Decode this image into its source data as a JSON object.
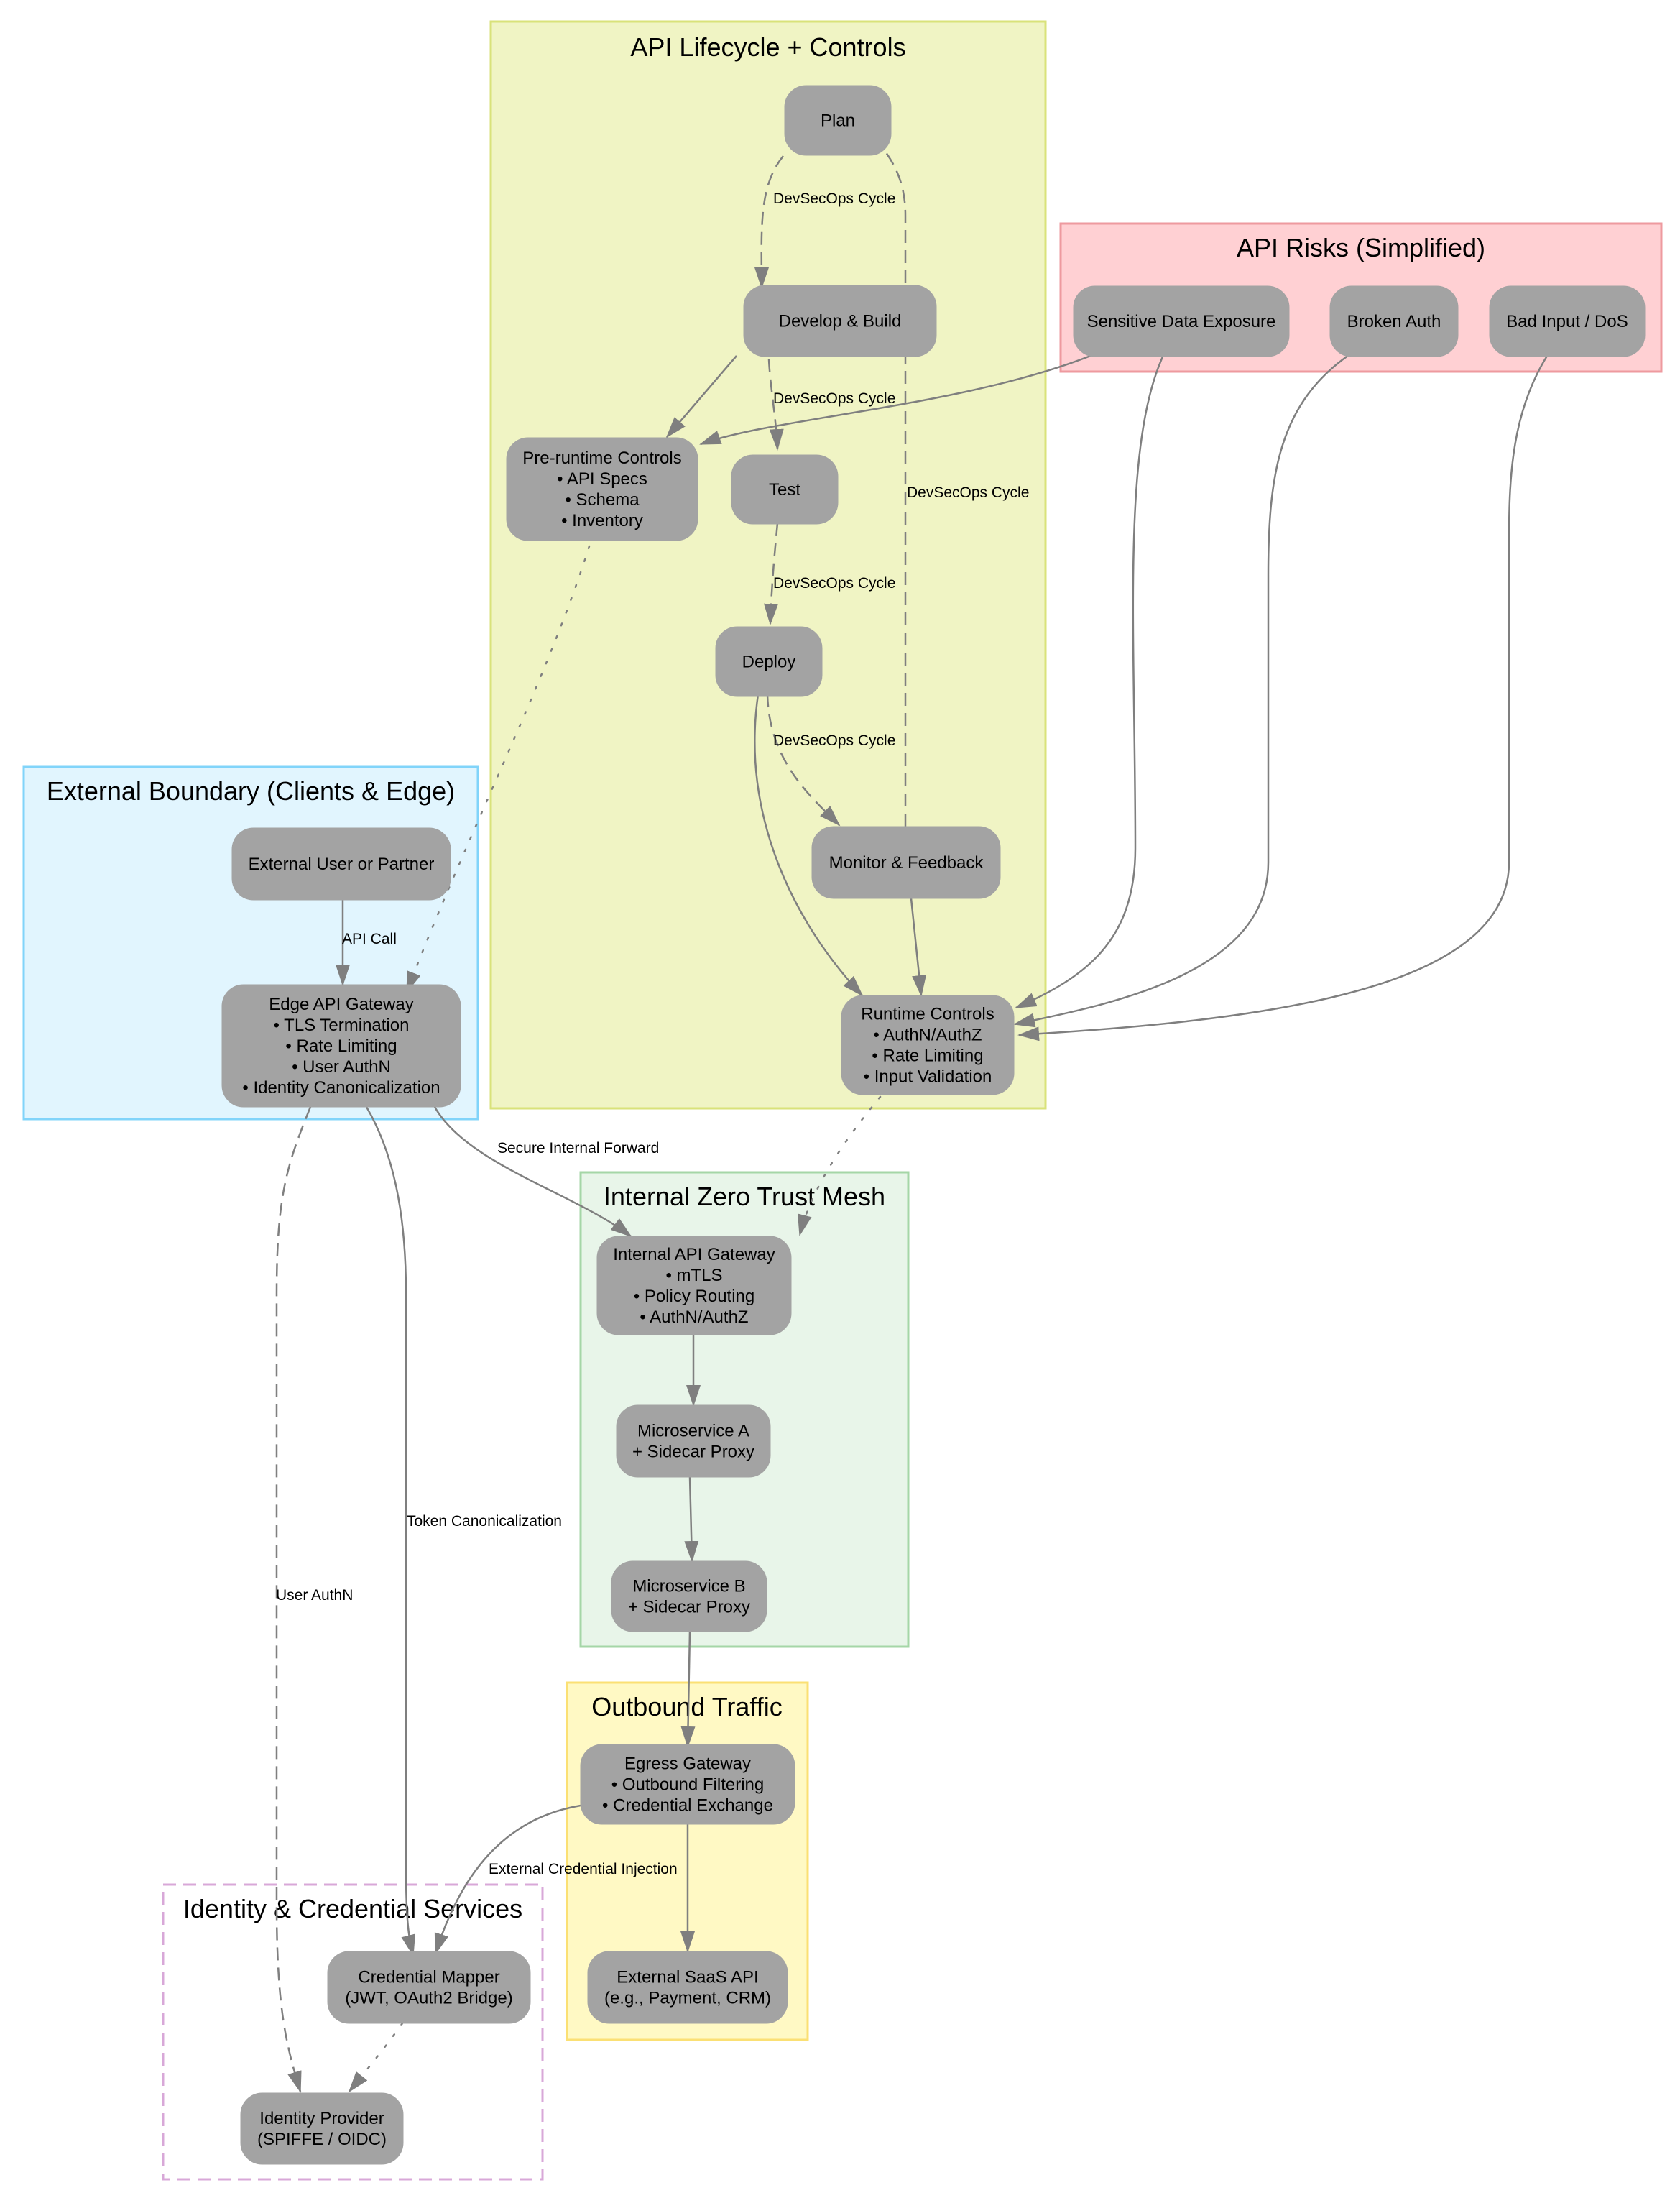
{
  "colors": {
    "node_fill": "#a3a3a3",
    "edge": "#7f7f7f",
    "lifecycle_fill": "#f0f4c4",
    "lifecycle_stroke": "#d9e27a",
    "risks_fill": "#ffd0d3",
    "risks_stroke": "#ee9a9f",
    "external_fill": "#e1f5fe",
    "external_stroke": "#81d4fa",
    "mesh_fill": "#e8f5e9",
    "mesh_stroke": "#a5d6a7",
    "outbound_fill": "#fff9c4",
    "outbound_stroke": "#fbe074",
    "identity_fill": "#ffffff",
    "identity_stroke": "#d8a8d8"
  },
  "clusters": {
    "lifecycle": "API Lifecycle + Controls",
    "risks": "API Risks (Simplified)",
    "external": "External Boundary (Clients & Edge)",
    "mesh": "Internal Zero Trust Mesh",
    "outbound": "Outbound Traffic",
    "identity": "Identity & Credential Services"
  },
  "nodes": {
    "plan": [
      "Plan"
    ],
    "develop": [
      "Develop & Build"
    ],
    "test": [
      "Test"
    ],
    "deploy": [
      "Deploy"
    ],
    "monitor": [
      "Monitor & Feedback"
    ],
    "preruntime": [
      "Pre-runtime Controls",
      "• API Specs",
      "• Schema",
      "• Inventory"
    ],
    "runtime": [
      "Runtime Controls",
      "• AuthN/AuthZ",
      "• Rate Limiting",
      "• Input Validation"
    ],
    "sensitive": [
      "Sensitive Data Exposure"
    ],
    "brokenauth": [
      "Broken Auth"
    ],
    "badinput": [
      "Bad Input / DoS"
    ],
    "extuser": [
      "External User or Partner"
    ],
    "edgegw": [
      "Edge API Gateway",
      "• TLS Termination",
      "• Rate Limiting",
      "• User AuthN",
      "• Identity Canonicalization"
    ],
    "intgw": [
      "Internal API Gateway",
      "• mTLS",
      "• Policy Routing",
      "• AuthN/AuthZ"
    ],
    "msa": [
      "Microservice A",
      "+ Sidecar Proxy"
    ],
    "msb": [
      "Microservice B",
      "+ Sidecar Proxy"
    ],
    "egress": [
      "Egress Gateway",
      "• Outbound Filtering",
      "• Credential Exchange"
    ],
    "saas": [
      "External SaaS API",
      "(e.g., Payment, CRM)"
    ],
    "credmap": [
      "Credential Mapper",
      "(JWT, OAuth2 Bridge)"
    ],
    "idp": [
      "Identity Provider",
      "(SPIFFE / OIDC)"
    ]
  },
  "edge_labels": {
    "devsecops": "DevSecOps Cycle",
    "api_call": "API Call",
    "secure_forward": "Secure Internal Forward",
    "token_canon": "Token Canonicalization",
    "user_authn": "User AuthN",
    "ext_cred": "External Credential Injection"
  }
}
